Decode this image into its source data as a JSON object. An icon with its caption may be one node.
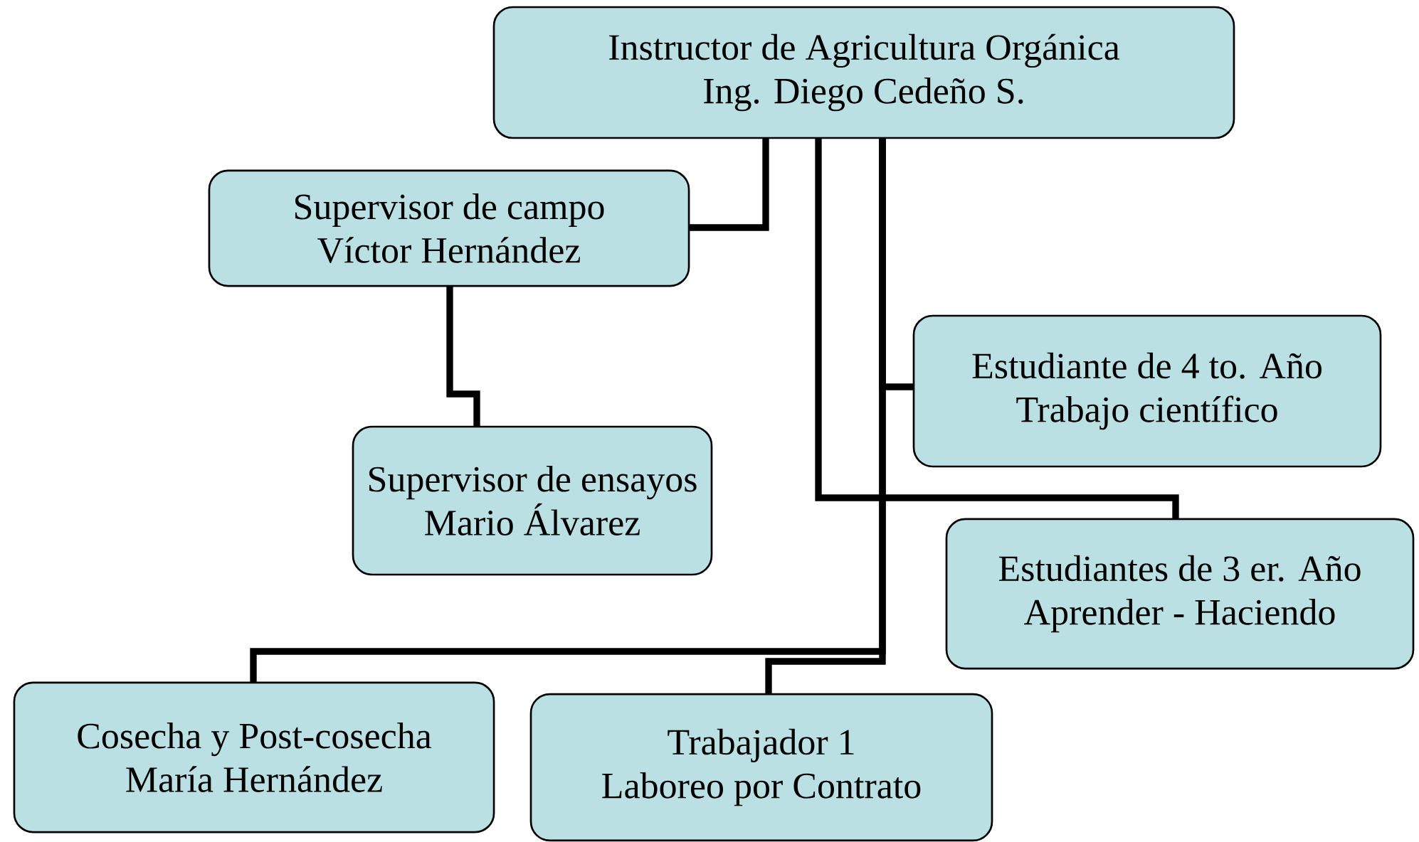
{
  "diagram": {
    "nodes": [
      {
        "text": [
          "Instructor de Agricultura Orgánica",
          "Ing. Diego Cedeño S."
        ]
      },
      {
        "text": [
          "Supervisor de campo",
          "Víctor Hernández"
        ]
      },
      {
        "text": [
          "Supervisor de ensayos",
          "Mario Álvarez"
        ]
      },
      {
        "text": [
          "Estudiante de 4 to. Año",
          "Trabajo científico"
        ]
      },
      {
        "text": [
          "Estudiantes de 3 er. Año",
          "Aprender - Haciendo"
        ]
      },
      {
        "text": [
          "Cosecha y Post-cosecha",
          "María Hernández"
        ]
      },
      {
        "text": [
          "Trabajador 1",
          "Laboreo por Contrato"
        ]
      }
    ],
    "edges": [
      {
        "from": 0,
        "to": 1,
        "arrow": "none"
      },
      {
        "from": 1,
        "to": 2,
        "arrow": "none"
      },
      {
        "from": 0,
        "to": 3,
        "arrow": "none"
      },
      {
        "from": 0,
        "to": 4,
        "arrow": "none"
      },
      {
        "from": 0,
        "to": 5,
        "arrow": "none"
      },
      {
        "from": 0,
        "to": 6,
        "arrow": "none"
      }
    ]
  }
}
